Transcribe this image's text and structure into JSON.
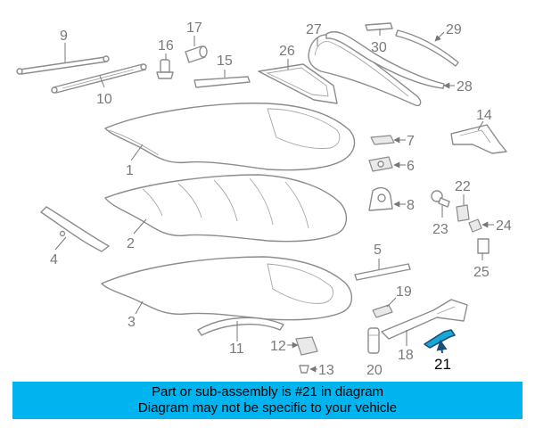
{
  "callouts": {
    "c1": "1",
    "c2": "2",
    "c3": "3",
    "c4": "4",
    "c5": "5",
    "c6": "6",
    "c7": "7",
    "c8": "8",
    "c9": "9",
    "c10": "10",
    "c11": "11",
    "c12": "12",
    "c13": "13",
    "c14": "14",
    "c15": "15",
    "c16": "16",
    "c17": "17",
    "c18": "18",
    "c19": "19",
    "c20": "20",
    "c21": "21",
    "c22": "22",
    "c23": "23",
    "c24": "24",
    "c25": "25",
    "c26": "26",
    "c27": "27",
    "c28": "28",
    "c29": "29",
    "c30": "30"
  },
  "highlight_color": "#1aa7d6",
  "banner": {
    "line1": "Part or sub-assembly is #21 in diagram",
    "line2": "Diagram may not be specific to your vehicle",
    "background": "#00b4f0"
  }
}
